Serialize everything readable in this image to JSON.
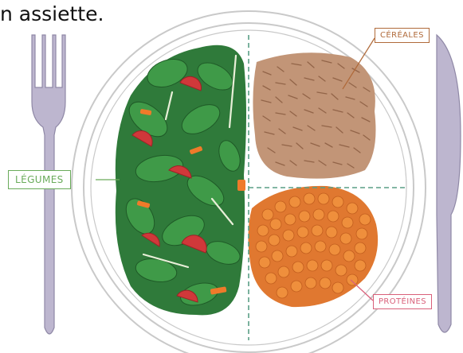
{
  "heading": "n assiette.",
  "labels": {
    "cereales": "CÉRÉALES",
    "legumes": "LÉGUMES",
    "proteines": "PROTÉINES"
  },
  "colors": {
    "cereales": "#b06a3a",
    "legumes": "#6aab5a",
    "proteines": "#d9607a",
    "cutlery": "#b9b3cc",
    "plate_outline": "#c9c9c9",
    "divider": "#5a9e86"
  },
  "icons": [
    "fork-icon",
    "knife-icon",
    "plate"
  ]
}
